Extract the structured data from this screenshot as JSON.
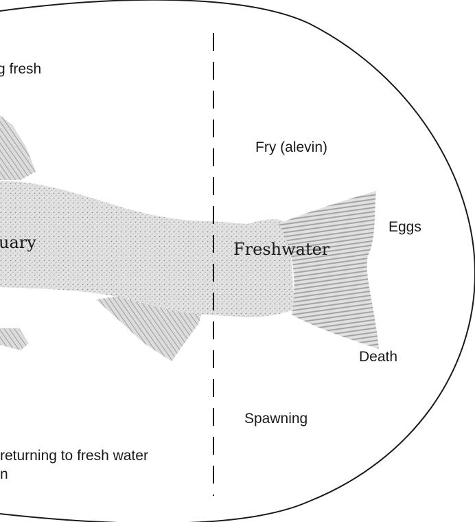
{
  "diagram": {
    "zones": {
      "estuary_fragment": "uary",
      "freshwater": "Freshwater"
    },
    "labels": {
      "top_fresh": "g fresh",
      "fry": "Fry (alevin)",
      "eggs": "Eggs",
      "death": "Death",
      "spawning": "Spawning",
      "returning_line1": "returning to fresh water",
      "returning_line2": "n"
    }
  },
  "colors": {
    "line": "#1a1a1a",
    "fish_fill": "#d6d6d6",
    "fish_stipple": "#9a9a9a",
    "background": "#ffffff"
  }
}
